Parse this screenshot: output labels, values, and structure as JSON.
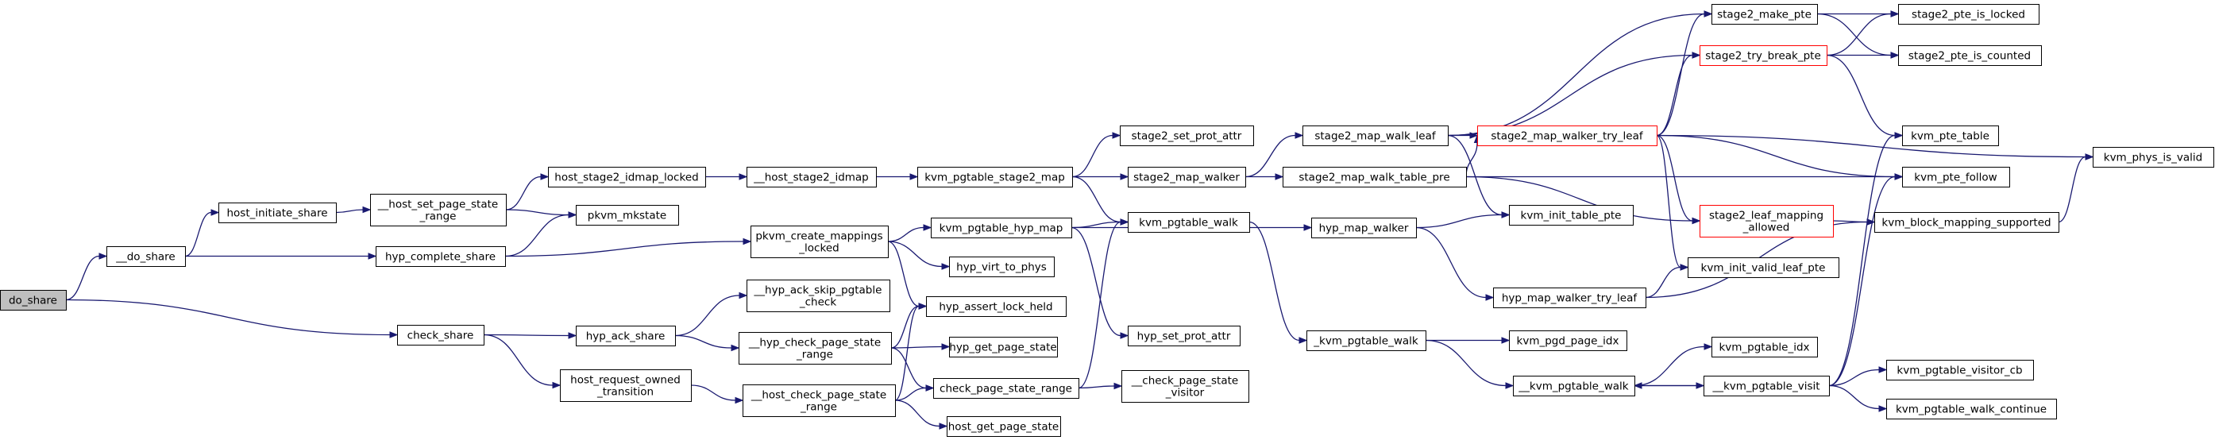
{
  "graph": {
    "nodes": [
      {
        "id": "do_share",
        "lines": [
          "do_share"
        ],
        "style": "root"
      },
      {
        "id": "__do_share",
        "lines": [
          "__do_share"
        ],
        "style": "normal"
      },
      {
        "id": "check_share",
        "lines": [
          "check_share"
        ],
        "style": "normal"
      },
      {
        "id": "host_initiate_share",
        "lines": [
          "host_initiate_share"
        ],
        "style": "normal"
      },
      {
        "id": "hyp_complete_share",
        "lines": [
          "hyp_complete_share"
        ],
        "style": "normal"
      },
      {
        "id": "__host_set_page_state_range",
        "lines": [
          "__host_set_page_state",
          "_range"
        ],
        "style": "normal"
      },
      {
        "id": "host_stage2_idmap_locked",
        "lines": [
          "host_stage2_idmap_locked"
        ],
        "style": "normal"
      },
      {
        "id": "pkvm_mkstate",
        "lines": [
          "pkvm_mkstate"
        ],
        "style": "normal"
      },
      {
        "id": "__host_stage2_idmap",
        "lines": [
          "__host_stage2_idmap"
        ],
        "style": "normal"
      },
      {
        "id": "kvm_pgtable_stage2_map",
        "lines": [
          "kvm_pgtable_stage2_map"
        ],
        "style": "normal"
      },
      {
        "id": "stage2_set_prot_attr",
        "lines": [
          "stage2_set_prot_attr"
        ],
        "style": "normal"
      },
      {
        "id": "stage2_map_walker",
        "lines": [
          "stage2_map_walker"
        ],
        "style": "normal"
      },
      {
        "id": "kvm_pgtable_walk",
        "lines": [
          "kvm_pgtable_walk"
        ],
        "style": "normal"
      },
      {
        "id": "stage2_map_walk_leaf",
        "lines": [
          "stage2_map_walk_leaf"
        ],
        "style": "normal"
      },
      {
        "id": "stage2_map_walk_table_pre",
        "lines": [
          "stage2_map_walk_table_pre"
        ],
        "style": "normal"
      },
      {
        "id": "stage2_make_pte",
        "lines": [
          "stage2_make_pte"
        ],
        "style": "normal"
      },
      {
        "id": "stage2_try_break_pte",
        "lines": [
          "stage2_try_break_pte"
        ],
        "style": "red"
      },
      {
        "id": "stage2_map_walker_try_leaf",
        "lines": [
          "stage2_map_walker_try_leaf"
        ],
        "style": "red"
      },
      {
        "id": "stage2_pte_is_locked",
        "lines": [
          "stage2_pte_is_locked"
        ],
        "style": "normal"
      },
      {
        "id": "stage2_pte_is_counted",
        "lines": [
          "stage2_pte_is_counted"
        ],
        "style": "normal"
      },
      {
        "id": "kvm_pte_table",
        "lines": [
          "kvm_pte_table"
        ],
        "style": "normal"
      },
      {
        "id": "kvm_pte_follow",
        "lines": [
          "kvm_pte_follow"
        ],
        "style": "normal"
      },
      {
        "id": "kvm_phys_is_valid",
        "lines": [
          "kvm_phys_is_valid"
        ],
        "style": "normal"
      },
      {
        "id": "kvm_init_table_pte",
        "lines": [
          "kvm_init_table_pte"
        ],
        "style": "normal"
      },
      {
        "id": "stage2_leaf_mapping_allowed",
        "lines": [
          "stage2_leaf_mapping",
          "_allowed"
        ],
        "style": "red"
      },
      {
        "id": "kvm_block_mapping_supported",
        "lines": [
          "kvm_block_mapping_supported"
        ],
        "style": "normal"
      },
      {
        "id": "kvm_init_valid_leaf_pte",
        "lines": [
          "kvm_init_valid_leaf_pte"
        ],
        "style": "normal"
      },
      {
        "id": "pkvm_create_mappings_locked",
        "lines": [
          "pkvm_create_mappings",
          "_locked"
        ],
        "style": "normal"
      },
      {
        "id": "kvm_pgtable_hyp_map",
        "lines": [
          "kvm_pgtable_hyp_map"
        ],
        "style": "normal"
      },
      {
        "id": "hyp_virt_to_phys",
        "lines": [
          "hyp_virt_to_phys"
        ],
        "style": "normal"
      },
      {
        "id": "hyp_assert_lock_held",
        "lines": [
          "hyp_assert_lock_held"
        ],
        "style": "normal"
      },
      {
        "id": "hyp_set_prot_attr",
        "lines": [
          "hyp_set_prot_attr"
        ],
        "style": "normal"
      },
      {
        "id": "hyp_map_walker",
        "lines": [
          "hyp_map_walker"
        ],
        "style": "normal"
      },
      {
        "id": "hyp_map_walker_try_leaf",
        "lines": [
          "hyp_map_walker_try_leaf"
        ],
        "style": "normal"
      },
      {
        "id": "_kvm_pgtable_walk",
        "lines": [
          "_kvm_pgtable_walk"
        ],
        "style": "normal"
      },
      {
        "id": "kvm_pgd_page_idx",
        "lines": [
          "kvm_pgd_page_idx"
        ],
        "style": "normal"
      },
      {
        "id": "__kvm_pgtable_walk",
        "lines": [
          "__kvm_pgtable_walk"
        ],
        "style": "normal"
      },
      {
        "id": "kvm_pgtable_idx",
        "lines": [
          "kvm_pgtable_idx"
        ],
        "style": "normal"
      },
      {
        "id": "__kvm_pgtable_visit",
        "lines": [
          "__kvm_pgtable_visit"
        ],
        "style": "normal"
      },
      {
        "id": "kvm_pgtable_visitor_cb",
        "lines": [
          "kvm_pgtable_visitor_cb"
        ],
        "style": "normal"
      },
      {
        "id": "kvm_pgtable_walk_continue",
        "lines": [
          "kvm_pgtable_walk_continue"
        ],
        "style": "normal"
      },
      {
        "id": "hyp_ack_share",
        "lines": [
          "hyp_ack_share"
        ],
        "style": "normal"
      },
      {
        "id": "host_request_owned_transition",
        "lines": [
          "host_request_owned",
          "_transition"
        ],
        "style": "normal"
      },
      {
        "id": "__hyp_ack_skip_pgtable_check",
        "lines": [
          "__hyp_ack_skip_pgtable",
          "_check"
        ],
        "style": "normal"
      },
      {
        "id": "__hyp_check_page_state_range",
        "lines": [
          "__hyp_check_page_state",
          "_range"
        ],
        "style": "normal"
      },
      {
        "id": "hyp_get_page_state",
        "lines": [
          "hyp_get_page_state"
        ],
        "style": "normal"
      },
      {
        "id": "check_page_state_range",
        "lines": [
          "check_page_state_range"
        ],
        "style": "normal"
      },
      {
        "id": "__host_check_page_state_range",
        "lines": [
          "__host_check_page_state",
          "_range"
        ],
        "style": "normal"
      },
      {
        "id": "__check_page_state_visitor",
        "lines": [
          "__check_page_state",
          "_visitor"
        ],
        "style": "normal"
      },
      {
        "id": "host_get_page_state",
        "lines": [
          "host_get_page_state"
        ],
        "style": "normal"
      }
    ],
    "edges": [
      [
        "do_share",
        "__do_share"
      ],
      [
        "do_share",
        "check_share"
      ],
      [
        "__do_share",
        "host_initiate_share"
      ],
      [
        "__do_share",
        "hyp_complete_share"
      ],
      [
        "host_initiate_share",
        "__host_set_page_state_range"
      ],
      [
        "__host_set_page_state_range",
        "host_stage2_idmap_locked"
      ],
      [
        "__host_set_page_state_range",
        "pkvm_mkstate"
      ],
      [
        "host_stage2_idmap_locked",
        "__host_stage2_idmap"
      ],
      [
        "__host_stage2_idmap",
        "kvm_pgtable_stage2_map"
      ],
      [
        "kvm_pgtable_stage2_map",
        "stage2_set_prot_attr"
      ],
      [
        "kvm_pgtable_stage2_map",
        "stage2_map_walker"
      ],
      [
        "kvm_pgtable_stage2_map",
        "kvm_pgtable_walk"
      ],
      [
        "stage2_map_walker",
        "stage2_map_walk_leaf"
      ],
      [
        "stage2_map_walker",
        "stage2_map_walk_table_pre"
      ],
      [
        "stage2_map_walk_leaf",
        "stage2_make_pte"
      ],
      [
        "stage2_map_walk_leaf",
        "stage2_try_break_pte"
      ],
      [
        "stage2_map_walk_leaf",
        "stage2_map_walker_try_leaf"
      ],
      [
        "stage2_map_walk_leaf",
        "kvm_init_table_pte"
      ],
      [
        "stage2_map_walk_table_pre",
        "stage2_map_walker_try_leaf"
      ],
      [
        "stage2_map_walk_table_pre",
        "kvm_pte_follow"
      ],
      [
        "stage2_map_walk_table_pre",
        "stage2_leaf_mapping_allowed"
      ],
      [
        "stage2_make_pte",
        "stage2_pte_is_locked"
      ],
      [
        "stage2_make_pte",
        "stage2_pte_is_counted"
      ],
      [
        "stage2_try_break_pte",
        "stage2_pte_is_locked"
      ],
      [
        "stage2_try_break_pte",
        "stage2_pte_is_counted"
      ],
      [
        "stage2_try_break_pte",
        "kvm_pte_table"
      ],
      [
        "stage2_map_walker_try_leaf",
        "stage2_make_pte"
      ],
      [
        "stage2_map_walker_try_leaf",
        "stage2_try_break_pte"
      ],
      [
        "stage2_map_walker_try_leaf",
        "kvm_phys_is_valid"
      ],
      [
        "stage2_map_walker_try_leaf",
        "kvm_pte_follow"
      ],
      [
        "stage2_map_walker_try_leaf",
        "stage2_leaf_mapping_allowed"
      ],
      [
        "stage2_map_walker_try_leaf",
        "kvm_init_valid_leaf_pte"
      ],
      [
        "stage2_leaf_mapping_allowed",
        "kvm_block_mapping_supported"
      ],
      [
        "kvm_block_mapping_supported",
        "kvm_phys_is_valid"
      ],
      [
        "hyp_complete_share",
        "pkvm_mkstate"
      ],
      [
        "hyp_complete_share",
        "pkvm_create_mappings_locked"
      ],
      [
        "pkvm_create_mappings_locked",
        "kvm_pgtable_hyp_map"
      ],
      [
        "pkvm_create_mappings_locked",
        "hyp_virt_to_phys"
      ],
      [
        "pkvm_create_mappings_locked",
        "hyp_assert_lock_held"
      ],
      [
        "kvm_pgtable_hyp_map",
        "hyp_map_walker"
      ],
      [
        "kvm_pgtable_hyp_map",
        "kvm_pgtable_walk"
      ],
      [
        "kvm_pgtable_hyp_map",
        "hyp_set_prot_attr"
      ],
      [
        "hyp_map_walker",
        "kvm_init_table_pte"
      ],
      [
        "hyp_map_walker",
        "hyp_map_walker_try_leaf"
      ],
      [
        "hyp_map_walker_try_leaf",
        "kvm_init_valid_leaf_pte"
      ],
      [
        "hyp_map_walker_try_leaf",
        "kvm_block_mapping_supported"
      ],
      [
        "kvm_pgtable_walk",
        "_kvm_pgtable_walk"
      ],
      [
        "_kvm_pgtable_walk",
        "kvm_pgd_page_idx"
      ],
      [
        "_kvm_pgtable_walk",
        "__kvm_pgtable_walk"
      ],
      [
        "__kvm_pgtable_walk",
        "kvm_pgtable_idx"
      ],
      [
        "__kvm_pgtable_walk",
        "__kvm_pgtable_visit"
      ],
      [
        "__kvm_pgtable_visit",
        "__kvm_pgtable_walk"
      ],
      [
        "__kvm_pgtable_visit",
        "kvm_pte_table"
      ],
      [
        "__kvm_pgtable_visit",
        "kvm_pte_follow"
      ],
      [
        "__kvm_pgtable_visit",
        "kvm_pgtable_visitor_cb"
      ],
      [
        "__kvm_pgtable_visit",
        "kvm_pgtable_walk_continue"
      ],
      [
        "check_share",
        "hyp_ack_share"
      ],
      [
        "check_share",
        "host_request_owned_transition"
      ],
      [
        "hyp_ack_share",
        "__hyp_ack_skip_pgtable_check"
      ],
      [
        "hyp_ack_share",
        "__hyp_check_page_state_range"
      ],
      [
        "__hyp_check_page_state_range",
        "hyp_assert_lock_held"
      ],
      [
        "__hyp_check_page_state_range",
        "hyp_get_page_state"
      ],
      [
        "__hyp_check_page_state_range",
        "check_page_state_range"
      ],
      [
        "host_request_owned_transition",
        "__host_check_page_state_range"
      ],
      [
        "__host_check_page_state_range",
        "hyp_assert_lock_held"
      ],
      [
        "__host_check_page_state_range",
        "check_page_state_range"
      ],
      [
        "__host_check_page_state_range",
        "host_get_page_state"
      ],
      [
        "check_page_state_range",
        "kvm_pgtable_walk"
      ],
      [
        "check_page_state_range",
        "__check_page_state_visitor"
      ]
    ]
  }
}
